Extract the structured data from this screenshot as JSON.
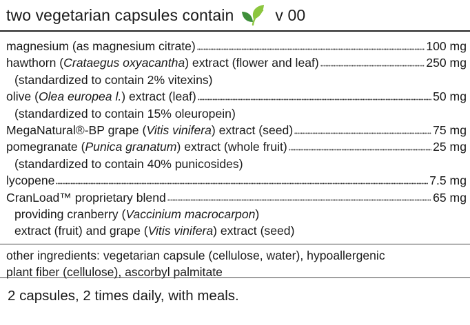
{
  "header": {
    "title": "two vegetarian capsules contain",
    "suffix": "v 00"
  },
  "ingredients": [
    {
      "name_parts": [
        {
          "t": "magnesium (as magnesium citrate)"
        }
      ],
      "amount": "100 mg",
      "subs": []
    },
    {
      "name_parts": [
        {
          "t": "hawthorn ("
        },
        {
          "t": "Crataegus oxyacantha",
          "i": true
        },
        {
          "t": ") extract (flower and leaf)"
        }
      ],
      "amount": "250 mg",
      "subs": [
        [
          {
            "t": "(standardized to contain 2% vitexins)"
          }
        ]
      ]
    },
    {
      "name_parts": [
        {
          "t": "olive ("
        },
        {
          "t": "Olea europea l.",
          "i": true
        },
        {
          "t": ") extract (leaf)"
        }
      ],
      "amount": "50 mg",
      "subs": [
        [
          {
            "t": "(standardized to contain 15% oleuropein)"
          }
        ]
      ]
    },
    {
      "name_parts": [
        {
          "t": "MegaNatural®-BP grape ("
        },
        {
          "t": "Vitis vinifera",
          "i": true
        },
        {
          "t": ") extract (seed)"
        }
      ],
      "amount": "75 mg",
      "subs": []
    },
    {
      "name_parts": [
        {
          "t": "pomegranate ("
        },
        {
          "t": "Punica granatum",
          "i": true
        },
        {
          "t": ") extract (whole fruit)"
        }
      ],
      "amount": "25 mg",
      "subs": [
        [
          {
            "t": "(standardized to contain 40% punicosides)"
          }
        ]
      ]
    },
    {
      "name_parts": [
        {
          "t": "lycopene"
        }
      ],
      "amount": "7.5 mg",
      "subs": []
    },
    {
      "name_parts": [
        {
          "t": "CranLoad™ proprietary blend"
        }
      ],
      "amount": "65 mg",
      "subs": [
        [
          {
            "t": "providing cranberry ("
          },
          {
            "t": "Vaccinium macrocarpon",
            "i": true
          },
          {
            "t": ")"
          }
        ],
        [
          {
            "t": "extract (fruit) and grape ("
          },
          {
            "t": "Vitis vinifera",
            "i": true
          },
          {
            "t": ") extract (seed)"
          }
        ]
      ]
    }
  ],
  "other_ingredients": {
    "line1": "other ingredients: vegetarian capsule (cellulose, water), hypoallergenic",
    "line2": "plant fiber (cellulose), ascorbyl palmitate"
  },
  "dosage": "2 capsules, 2 times daily, with meals.",
  "icons": {
    "leaf": "vegetarian-leaf-icon"
  },
  "colors": {
    "leaf_light": "#8cc63f",
    "leaf_dark": "#3f8f3a",
    "text": "#1a1a1a"
  }
}
